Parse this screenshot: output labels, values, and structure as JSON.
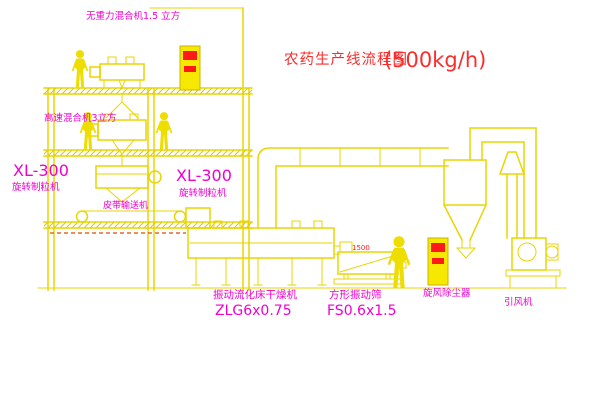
{
  "title": {
    "name": "农药生产线流程图",
    "capacity": "(500kg/h)"
  },
  "labels": {
    "gravity_mixer": "无重力混合机1.5 立方",
    "high_speed_mixer": "高速混合机3立方",
    "granulator_left_model": "XL-300",
    "granulator_left_name": "旋转制粒机",
    "granulator_right_model": "XL-300",
    "granulator_right_name": "旋转制粒机",
    "belt_conveyor": "皮带输送机",
    "dryer_name": "振动流化床干燥机",
    "dryer_model": "ZLG6x0.75",
    "sieve_name": "方形振动筛",
    "sieve_model": "FS0.6x1.5",
    "cyclone": "旋风除尘器",
    "fan": "引风机",
    "dimension_1500": "1500"
  },
  "colors": {
    "background": "#ffffff",
    "line_yellow": "#e9d500",
    "label_magenta": "#ef00d0",
    "title_red": "#fb2c2c",
    "mark_red": "#ff1a1a"
  }
}
